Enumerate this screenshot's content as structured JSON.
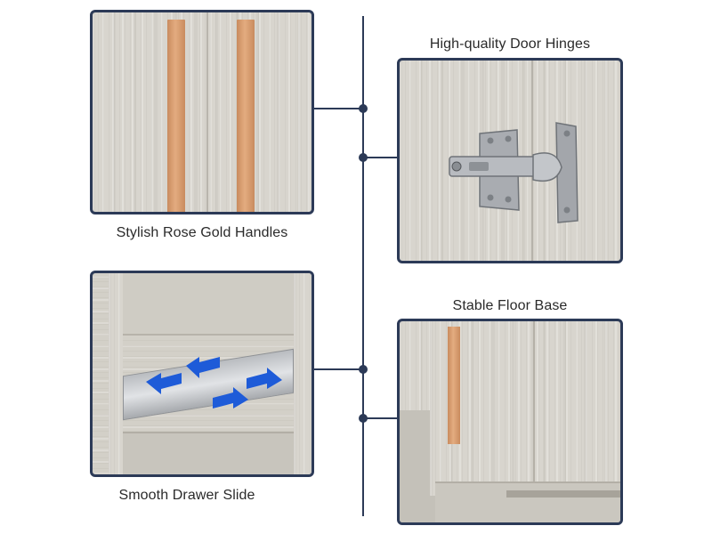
{
  "features": {
    "handles": {
      "caption": "Stylish Rose Gold Handles"
    },
    "hinges": {
      "caption": "High-quality Door Hinges"
    },
    "drawer": {
      "caption": "Smooth Drawer Slide"
    },
    "base": {
      "caption": "Stable Floor Base"
    }
  },
  "colors": {
    "frame": "#2c3a57",
    "rose_gold": "#d49a6a",
    "arrow_blue": "#1e5bd8",
    "wood": "#d8d5ce"
  }
}
